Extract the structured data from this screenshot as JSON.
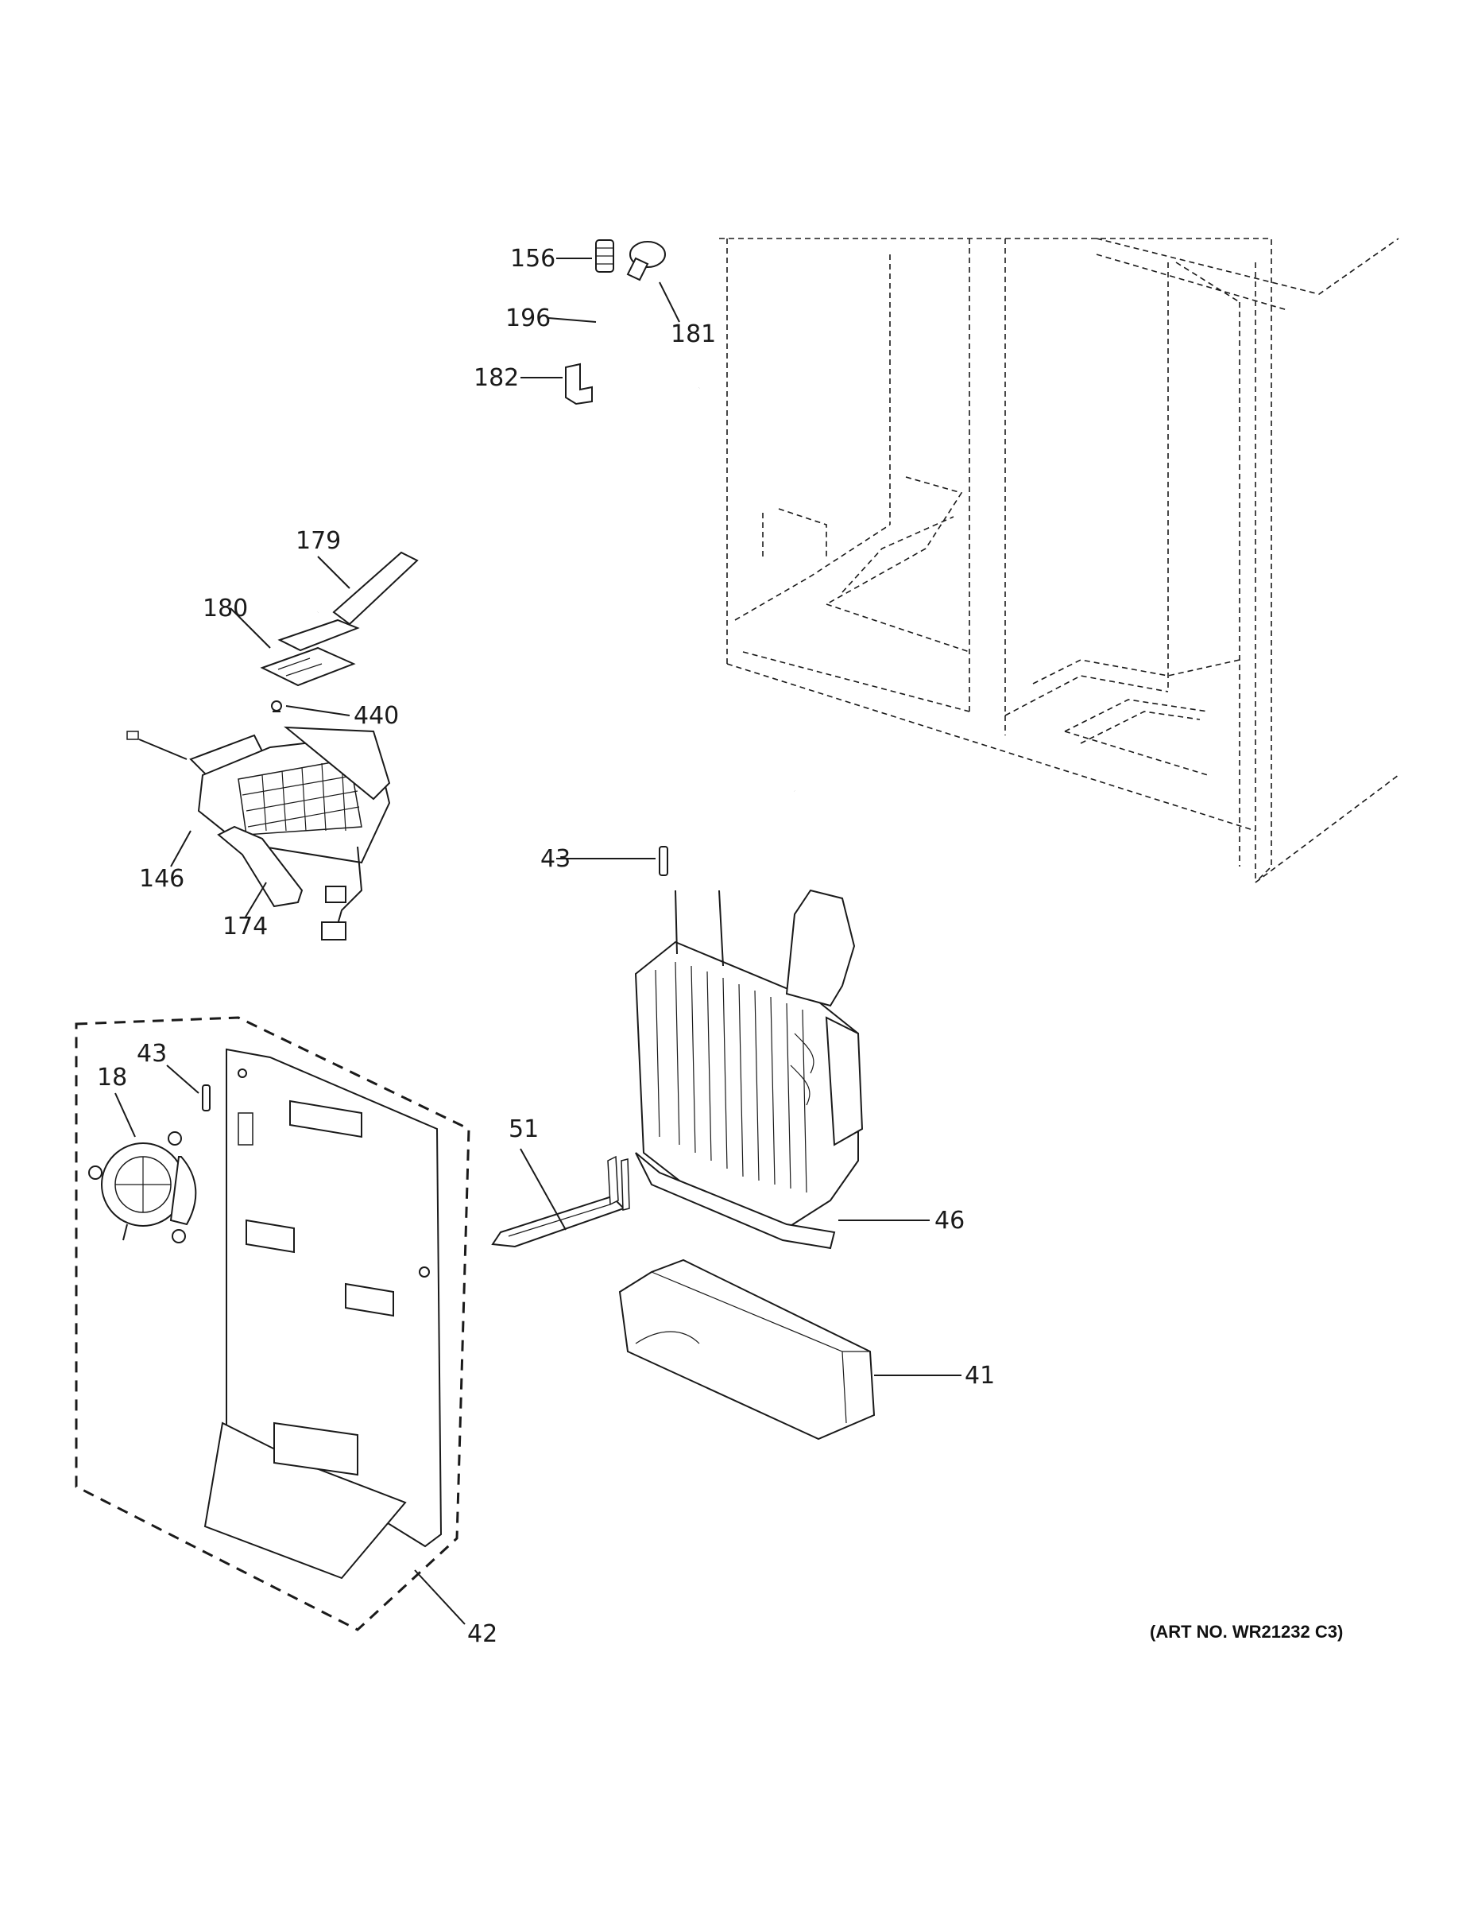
{
  "art_number": "(ART NO. WR21232 C3)",
  "callouts": {
    "c156": "156",
    "c196": "196",
    "c181": "181",
    "c182": "182",
    "c179": "179",
    "c180": "180",
    "c440": "440",
    "c146": "146",
    "c174": "174",
    "c43a": "43",
    "c43b": "43",
    "c18": "18",
    "c51": "51",
    "c46": "46",
    "c41": "41",
    "c42": "42"
  },
  "colors": {
    "line": "#1a1a1a",
    "background": "#ffffff"
  }
}
